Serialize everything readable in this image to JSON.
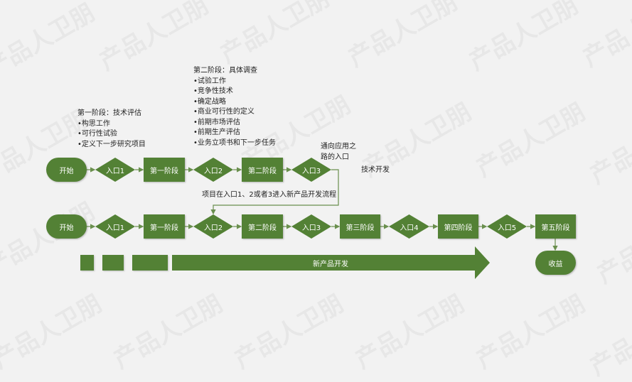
{
  "watermark": "产品人卫朋",
  "colors": {
    "green": "#538135",
    "connector": "#6a8f4e",
    "background": "#f2f2f2"
  },
  "notes": {
    "stage1": {
      "title": "第一阶段：技术评估",
      "items": [
        "•构思工作",
        "•可行性试验",
        "•定义下一步研究项目"
      ]
    },
    "stage2": {
      "title": "第二阶段：具体调查",
      "items": [
        "•试验工作",
        "•竞争性技术",
        "•确定战略",
        "•商业可行性的定义",
        "•前期市场评估",
        "•前期生产评估",
        "•业务立项书和下一步任务"
      ]
    },
    "gate3_path": {
      "line1": "通向应用之",
      "line2": "路的入口"
    },
    "tech_dev": "技术开发",
    "entry_note": "项目在入口1、2或者3进入新产品开发流程"
  },
  "top_row": {
    "start": "开始",
    "gate1": "入口1",
    "stage1": "第一阶段",
    "gate2": "入口2",
    "stage2": "第二阶段",
    "gate3": "入口3"
  },
  "bottom_row": {
    "start": "开始",
    "gate1": "入口1",
    "stage1": "第一阶段",
    "gate2": "入口2",
    "stage2": "第二阶段",
    "gate3": "入口3",
    "stage3": "第三阶段",
    "gate4": "入口4",
    "stage4": "第四阶段",
    "gate5": "入口5",
    "stage5": "第五阶段",
    "revenue": "收益"
  },
  "progress_arrow": {
    "label": "新产品开发"
  }
}
